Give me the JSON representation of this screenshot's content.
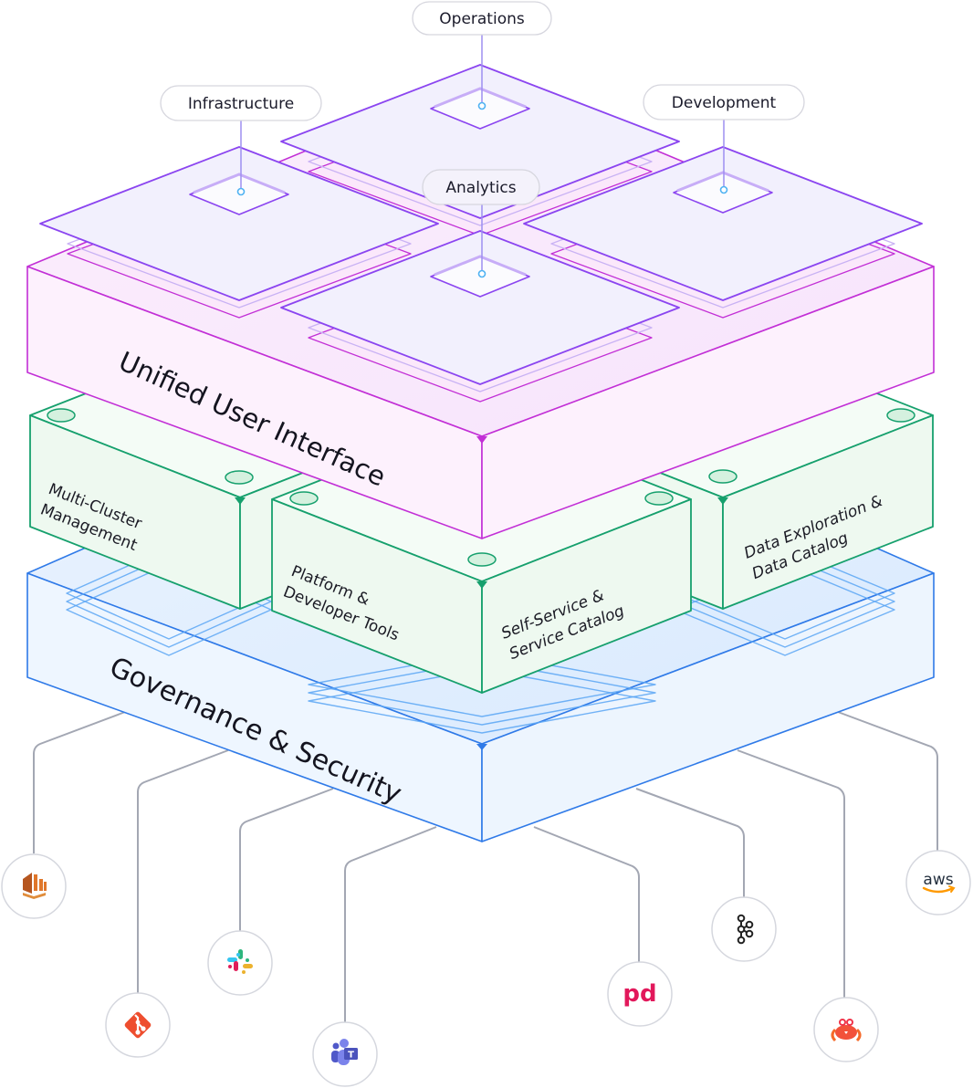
{
  "title": "Platform architecture layers",
  "colors": {
    "panel_stroke": "#8b45f0",
    "panel_fill": "#f2f0fd",
    "ui_stroke": "#c22fd6",
    "ui_fill": "#fdf1fd",
    "module_stroke": "#16a06d",
    "module_fill": "#eef9f0",
    "gov_stroke": "#2f7ae8",
    "gov_fill": "#edf5fe",
    "connector": "#a3a7b3",
    "pill_border": "#d6d6de",
    "pin": "#4fb2f2"
  },
  "panels": [
    {
      "id": "operations",
      "label": "Operations"
    },
    {
      "id": "infrastructure",
      "label": "Infrastructure"
    },
    {
      "id": "development",
      "label": "Development"
    },
    {
      "id": "analytics",
      "label": "Analytics"
    }
  ],
  "layers": {
    "ui": {
      "label": "Unified User Interface"
    },
    "governance": {
      "label": "Governance & Security"
    }
  },
  "modules": [
    {
      "id": "multi-cluster",
      "lines": [
        "Multi-Cluster",
        "Management"
      ]
    },
    {
      "id": "platform-dev-tools",
      "lines": [
        "Platform &",
        "Developer Tools"
      ]
    },
    {
      "id": "self-service",
      "lines": [
        "Self-Service &",
        "Service Catalog"
      ]
    },
    {
      "id": "data-exploration",
      "lines": [
        "Data Exploration &",
        "Data Catalog"
      ]
    }
  ],
  "integrations": [
    {
      "id": "aws-redshift",
      "name": "Amazon Redshift",
      "icon": "redshift-icon"
    },
    {
      "id": "git",
      "name": "Git",
      "icon": "git-icon"
    },
    {
      "id": "slack",
      "name": "Slack",
      "icon": "slack-icon"
    },
    {
      "id": "teams",
      "name": "Microsoft Teams",
      "icon": "teams-icon"
    },
    {
      "id": "pagerduty",
      "name": "PagerDuty",
      "icon": "pagerduty-icon",
      "text": "pd"
    },
    {
      "id": "kafka",
      "name": "Apache Kafka",
      "icon": "kafka-icon"
    },
    {
      "id": "crab",
      "name": "Crab integration",
      "icon": "crab-icon"
    },
    {
      "id": "aws",
      "name": "AWS",
      "icon": "aws-icon",
      "text": "aws"
    }
  ]
}
